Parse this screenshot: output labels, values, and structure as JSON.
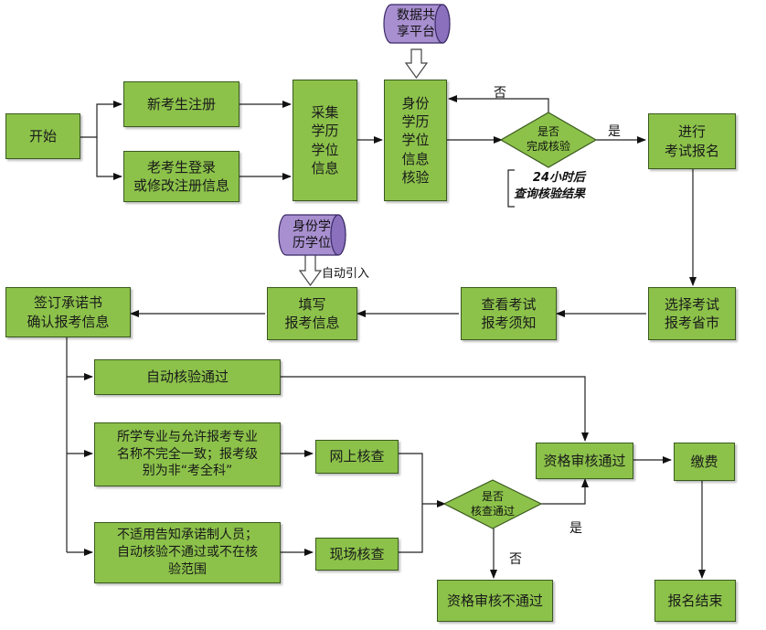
{
  "nodes": {
    "start": "开始",
    "new_reg": "新考生注册",
    "old_login": "老考生登录\n或修改注册信息",
    "collect": "采集\n学历\n学位\n信息",
    "verify": "身份\n学历\n学位\n信息\n核验",
    "register": "进行\n考试报名",
    "sign": "签订承诺书\n确认报考信息",
    "fill": "填写\n报考信息",
    "notice": "查看考试\n报考须知",
    "select": "选择考试\n报考省市",
    "auto_pass": "自动核验通过",
    "mismatch": "所学专业与允许报考专业\n名称不完全一致；报考级\n别为非“考全科”",
    "unsuitable": "不适用告知承诺制人员；\n自动核验不通过或不在核\n验范围",
    "online": "网上核查",
    "onsite": "现场核查",
    "qual_pass": "资格审核通过",
    "pay": "缴费",
    "qual_fail": "资格审核不通过",
    "end": "报名结束"
  },
  "cylinders": {
    "share": "数据共\n享平台",
    "id_edu": "身份学\n历学位"
  },
  "diamonds": {
    "complete": "是否\n完成核验",
    "check_pass": "是否\n核查通过"
  },
  "labels": {
    "no1": "否",
    "yes1": "是",
    "auto_import": "自动引入",
    "yes2": "是",
    "no2": "否"
  },
  "notes": {
    "hours": "24小时后\n查询核验结果"
  },
  "colors": {
    "box_fill": "#8cc24a",
    "cylinder_fill": "#a88fd0"
  }
}
